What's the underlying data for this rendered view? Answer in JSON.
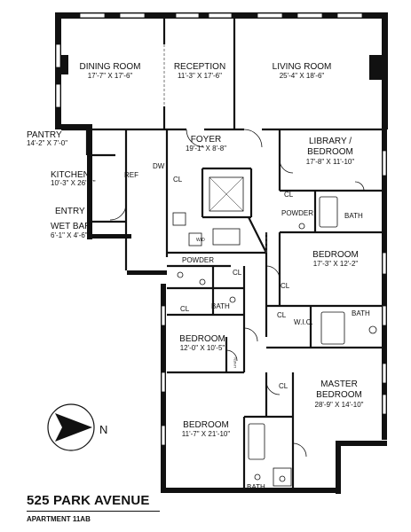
{
  "rooms": {
    "dining_room": {
      "name": "DINING ROOM",
      "dim": "17'-7\" X 17'-6\""
    },
    "reception": {
      "name": "RECEPTION",
      "dim": "11'-3\" X 17'-6\""
    },
    "living_room": {
      "name": "LIVING ROOM",
      "dim": "25'-4\" X 18'-6\""
    },
    "pantry": {
      "name": "PANTRY",
      "dim": "14'-2\" X 7'-0\""
    },
    "foyer": {
      "name": "FOYER",
      "dim": "19'-1\" X 8'-8\""
    },
    "library": {
      "name1": "LIBRARY /",
      "name2": "BEDROOM",
      "dim": "17'-8\" X 11'-10\""
    },
    "kitchen": {
      "name": "KITCHEN",
      "dim": "10'-3\" X 26'-7\""
    },
    "entry": {
      "name": "ENTRY"
    },
    "wet_bar": {
      "name": "WET BAR",
      "dim": "6'-1\" X 4'-6\""
    },
    "bedroom_east": {
      "name": "BEDROOM",
      "dim": "17'-3\" X 12'-2\""
    },
    "bedroom_mid": {
      "name": "BEDROOM",
      "dim": "12'-0\" X 10'-5\""
    },
    "master": {
      "name1": "MASTER",
      "name2": "BEDROOM",
      "dim": "28'-9\" X 14'-10\""
    },
    "bedroom_south": {
      "name": "BEDROOM",
      "dim": "11'-7\" X 21'-10\""
    }
  },
  "small_labels": {
    "dw": "DW",
    "ref": "REF",
    "powder": "POWDER",
    "bath": "BATH",
    "cl": "CL",
    "wic": "W.I.C.",
    "wd": "W/D",
    "linen": "LINEN"
  },
  "compass": {
    "letter": "N"
  },
  "footer": {
    "address": "525 PARK AVENUE",
    "apartment": "APARTMENT 11AB"
  }
}
